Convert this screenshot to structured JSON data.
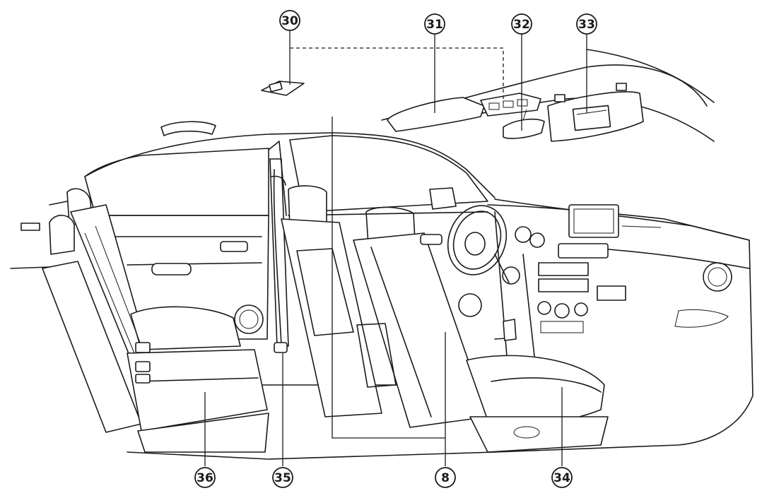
{
  "diagram": {
    "callouts": [
      {
        "id": "c30",
        "label": "30"
      },
      {
        "id": "c31",
        "label": "31"
      },
      {
        "id": "c32",
        "label": "32"
      },
      {
        "id": "c33",
        "label": "33"
      },
      {
        "id": "c34",
        "label": "34"
      },
      {
        "id": "c35",
        "label": "35"
      },
      {
        "id": "c36",
        "label": "36"
      },
      {
        "id": "c8",
        "label": "8"
      }
    ],
    "colors": {
      "line": "#1a1a1a",
      "background": "#ffffff"
    }
  }
}
